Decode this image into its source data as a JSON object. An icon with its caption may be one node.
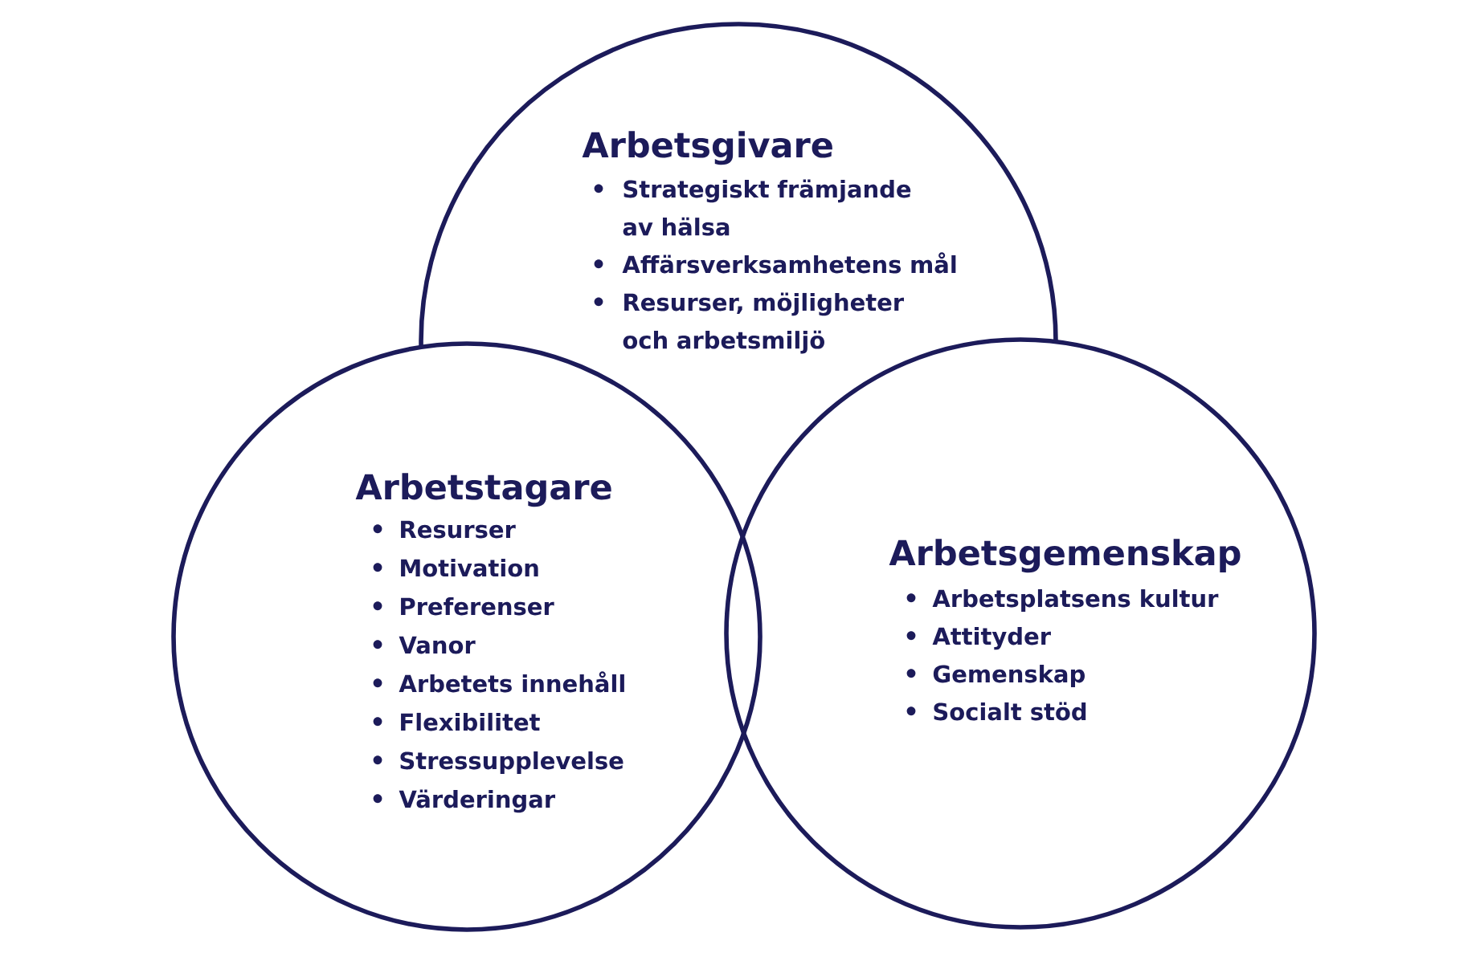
{
  "diagram": {
    "nodes": [
      {
        "text": [
          "Arbetsgivare",
          "Strategiskt främjande av hälsa",
          "Affärsverksamhetens mål",
          "Resurser, möjligheter och arbetsmiljö"
        ]
      },
      {
        "text": [
          "Arbetstagare",
          "Resurser",
          "Motivation",
          "Preferenser",
          "Vanor",
          "Arbetets innehåll",
          "Flexibilitet",
          "Stressupplevelse",
          "Värderingar"
        ]
      },
      {
        "text": [
          "Arbetsgemenskap",
          "Arbetsplatsens kultur",
          "Attityder",
          "Gemenskap",
          "Socialt stöd"
        ]
      }
    ]
  }
}
